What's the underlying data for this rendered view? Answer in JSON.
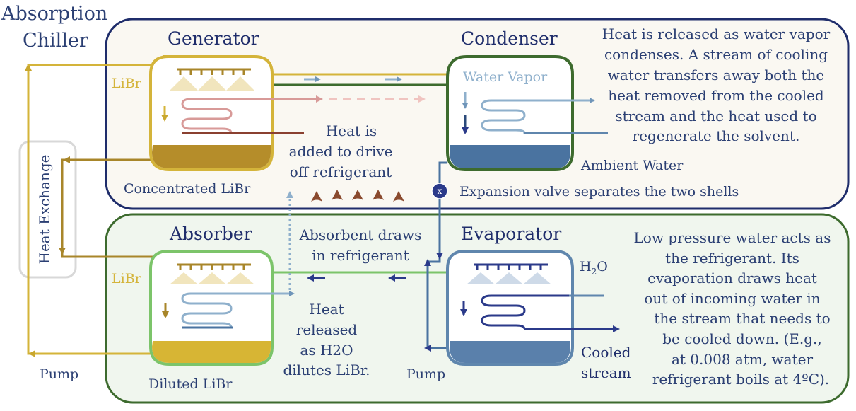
{
  "title": {
    "line1": "Absorption",
    "line2": "Chiller"
  },
  "heat_exchange": "Heat Exchange",
  "pump_left": "Pump",
  "pump_right": "Pump",
  "generator": {
    "title": "Generator",
    "libr": "LiBr",
    "concentrated": "Concentrated LiBr",
    "note": [
      "Heat is",
      "added to drive",
      "off refrigerant"
    ]
  },
  "condenser": {
    "title": "Condenser",
    "water_vapor": "Water Vapor",
    "ambient": "Ambient Water",
    "note": [
      "Heat is released as water vapor",
      "condenses. A stream of cooling",
      "water transfers away both the",
      "heat removed from the cooled",
      "stream and the heat used to",
      "regenerate the solvent."
    ]
  },
  "expansion": {
    "symbol": "x",
    "label": "Expansion valve separates the two shells"
  },
  "absorber": {
    "title": "Absorber",
    "libr": "LiBr",
    "diluted": "Diluted LiBr",
    "draw_note": [
      "Absorbent draws",
      "in refrigerant"
    ],
    "heat_note": [
      "Heat",
      "released",
      "as H2O",
      "dilutes LiBr."
    ]
  },
  "evaporator": {
    "title": "Evaporator",
    "h2o": "H",
    "h2o_sub": "2",
    "h2o_end": "O",
    "cooled": [
      "Cooled",
      "stream"
    ],
    "note": [
      "Low pressure water acts as",
      "the refrigerant. Its",
      "evaporation draws heat",
      "out of incoming water in",
      "the stream that needs to",
      "be cooled down. (E.g.,",
      "at 0.008 atm, water",
      "refrigerant boils at 4ºC)."
    ]
  },
  "colors": {
    "navy": "#1f2d6b",
    "green": "#3d6b2e",
    "gold": "#d4b43a",
    "dark_gold": "#a8862a",
    "text": "#2b3f73",
    "steel": "#5f86ad",
    "light_steel": "#8fb0cc"
  }
}
